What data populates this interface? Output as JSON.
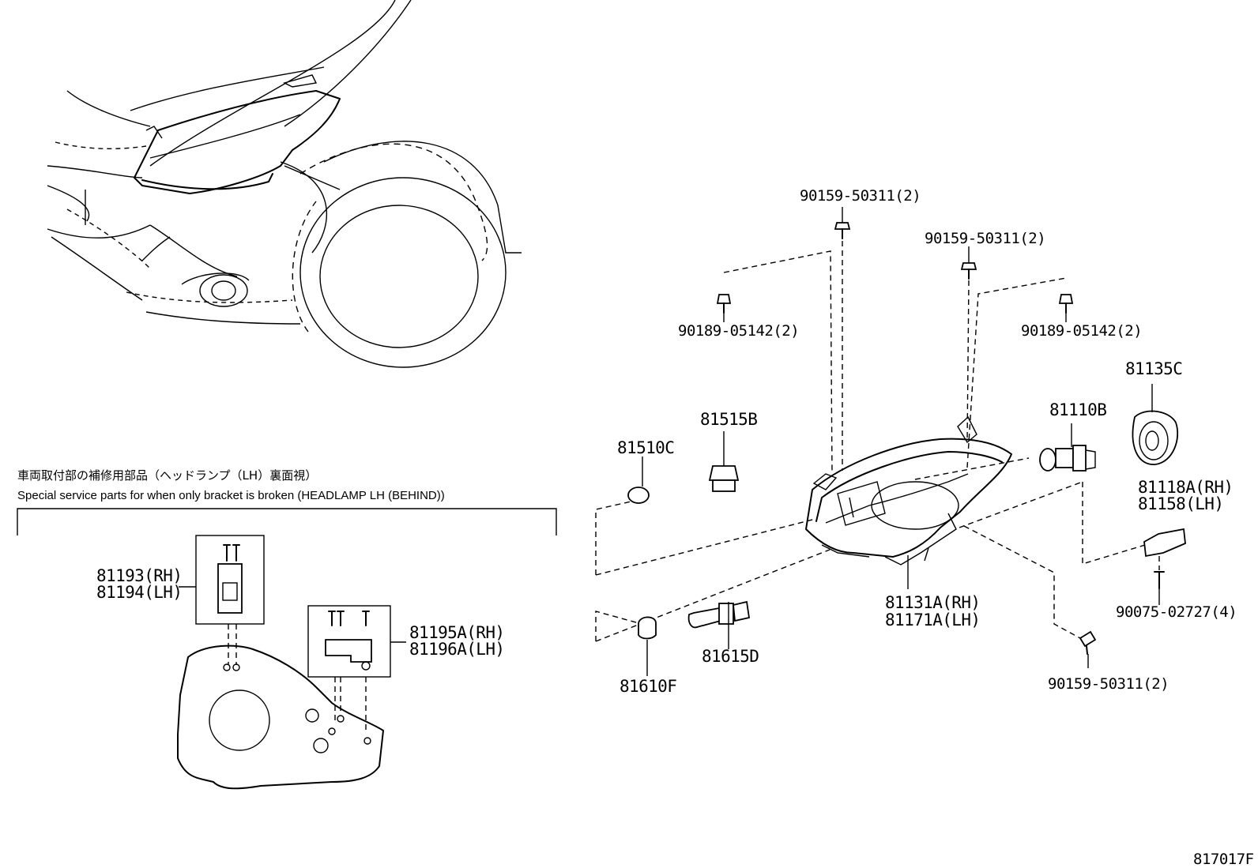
{
  "sheet_id": "817017F",
  "inset": {
    "caption_jp": "車両取付部の補修用部品（ヘッドランプ（LH）裏面視）",
    "caption_en": "Special service parts for when only bracket is broken (HEADLAMP LH (BEHIND))",
    "callouts": [
      {
        "l1": "81193(RH)",
        "l2": "81194(LH)"
      },
      {
        "l1": "81195A(RH)",
        "l2": "81196A(LH)"
      }
    ]
  },
  "callouts": {
    "screw_top_center": "90159-50311(2)",
    "screw_top_right": "90159-50311(2)",
    "clip_left": "90189-05142(2)",
    "clip_right": "90189-05142(2)",
    "cap": "81135C",
    "bulb_main": "81110B",
    "socket_upper": "81515B",
    "bulb_upper": "81510C",
    "side_bracket_rh": "81118A(RH)",
    "side_bracket_lh": "81158(LH)",
    "screw_bracket": "90075-02727(4)",
    "headlamp_rh": "81131A(RH)",
    "headlamp_lh": "81171A(LH)",
    "socket_lower": "81615D",
    "bulb_lower": "81610F",
    "screw_bottom": "90159-50311(2)"
  }
}
